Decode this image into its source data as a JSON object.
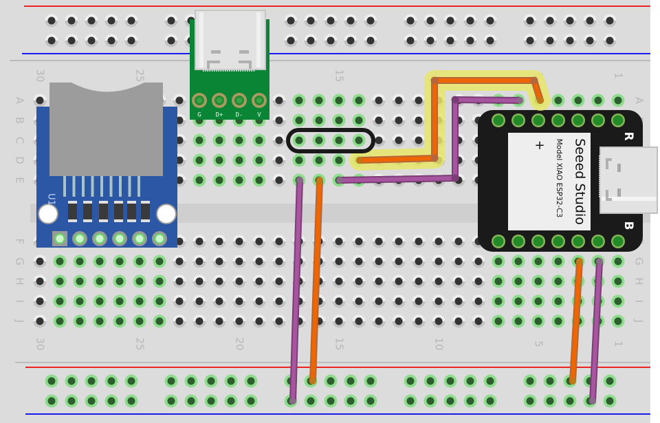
{
  "breadboard": {
    "columns": 30,
    "rows_top": [
      "A",
      "B",
      "C",
      "D",
      "E"
    ],
    "rows_bottom": [
      "F",
      "G",
      "H",
      "I",
      "J"
    ],
    "column_number_labels": [
      "30",
      "25",
      "20",
      "15",
      "10",
      "5",
      "1"
    ],
    "rail_colors": {
      "positive": "#ee2222",
      "negative": "#1a1aee"
    },
    "connected_hole_color": "#8fdc8f",
    "connected_groups_top": [
      {
        "columns": [
          22,
          21,
          20,
          19
        ]
      },
      {
        "columns": [
          17,
          16,
          15,
          14
        ]
      },
      {
        "columns": [
          7,
          6,
          5,
          4,
          3,
          2,
          1
        ]
      }
    ],
    "connected_groups_bottom": [
      {
        "columns": [
          29,
          28,
          27,
          26,
          25,
          24
        ]
      },
      {
        "columns": [
          7,
          6,
          5,
          4,
          3,
          2,
          1
        ]
      }
    ],
    "bottom_rails_connected": true
  },
  "components": {
    "sd_module": {
      "name": "microSD card module",
      "label": "U1",
      "pin_count": 6,
      "board_color": "#2b57a4"
    },
    "usb_breakout": {
      "name": "USB-C breakout",
      "pins": [
        "G",
        "D+",
        "D-",
        "V"
      ],
      "board_color": "#0a8536"
    },
    "xiao": {
      "brand": "Seeed Studio",
      "model": "Model XIAO ESP32-C3",
      "plus_mark": "+",
      "r_label": "R",
      "b_label": "B",
      "board_color": "#1a1a1a"
    }
  },
  "wires": [
    {
      "color": "orange",
      "hex": "#ee6600",
      "from": "E15",
      "to": "top-rail-bottom-row-15",
      "highlighted": false
    },
    {
      "color": "purple",
      "hex": "#a855a0",
      "from": "E16",
      "to": "bottom-rail-bottom-row-16",
      "highlighted": false
    },
    {
      "color": "orange",
      "hex": "#ee6600",
      "from": "D14",
      "to": "A4",
      "highlighted": true
    },
    {
      "color": "purple",
      "hex": "#a855a0",
      "from": "E14",
      "to": "A5",
      "highlighted": false
    },
    {
      "color": "orange",
      "hex": "#ee6600",
      "from": "G3",
      "to": "rail-top-3",
      "highlighted": false
    },
    {
      "color": "purple",
      "hex": "#a855a0",
      "from": "G2",
      "to": "rail-bottom-2",
      "highlighted": false
    }
  ],
  "selection": {
    "shape": "pill",
    "rows": "C",
    "columns": [
      17,
      14
    ]
  }
}
